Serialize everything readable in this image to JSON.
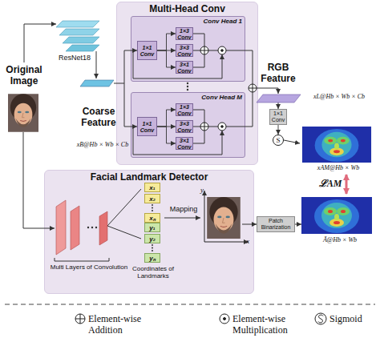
{
  "diagram": {
    "nodes": [
      {
        "text": [
          "Multi-Head Conv"
        ]
      },
      {
        "text": [
          "Conv Head 1"
        ],
        "in": 0
      },
      {
        "text": [
          "1×1 Conv"
        ],
        "in": 1
      },
      {
        "text": [
          "1×3 Conv"
        ],
        "in": 1
      },
      {
        "text": [
          "3×3 Conv"
        ],
        "in": 1
      },
      {
        "text": [
          "3×1 Conv"
        ],
        "in": 1
      },
      {
        "text": [
          "Conv Head M"
        ],
        "in": 0
      },
      {
        "text": [
          "1×1 Conv"
        ],
        "in": 6
      },
      {
        "text": [
          "1×3 Conv"
        ],
        "in": 6
      },
      {
        "text": [
          "3×3 Conv"
        ],
        "in": 6
      },
      {
        "text": [
          "3×1 Conv"
        ],
        "in": 6
      },
      {
        "text": [
          "1×1 Conv"
        ]
      },
      {
        "text": [
          "S"
        ]
      },
      {
        "text": [
          "Facial Landmark Detector"
        ]
      },
      {
        "text": [
          "x₁"
        ],
        "in": 13
      },
      {
        "text": [
          "x₂"
        ],
        "in": 13
      },
      {
        "text": [
          "xₙ"
        ],
        "in": 13
      },
      {
        "text": [
          "y₁"
        ],
        "in": 13
      },
      {
        "text": [
          "y₂"
        ],
        "in": 13
      },
      {
        "text": [
          "yₙ"
        ],
        "in": 13
      },
      {
        "text": [
          "Patch Binarization"
        ]
      }
    ],
    "edges": [
      {
        "from": 2,
        "to": 3,
        "arrow": "to"
      },
      {
        "from": 2,
        "to": 4,
        "arrow": "to"
      },
      {
        "from": 2,
        "to": 5,
        "arrow": "to"
      },
      {
        "from": 7,
        "to": 8,
        "arrow": "to"
      },
      {
        "from": 7,
        "to": 9,
        "arrow": "to"
      },
      {
        "from": 7,
        "to": 10,
        "arrow": "to"
      },
      {
        "from": 11,
        "to": 12,
        "arrow": "to"
      }
    ],
    "labels": [
      "Original Image",
      "ResNet18",
      "Coarse Feature",
      "xB@Hb × Wb × Cb",
      "RGB Feature",
      "xL@Hb × Wb × Cb",
      "xAM@Hb × Wb",
      "ℒAM",
      "Ã@Hb × Wb",
      "Mapping",
      "Multi Layers of Convolution",
      "Coordinates of Landmarks",
      "x",
      "y"
    ],
    "legend": [
      {
        "text": "Element-wise Addition"
      },
      {
        "text": "Element-wise Multiplication"
      },
      {
        "text": "Sigmoid"
      }
    ]
  }
}
